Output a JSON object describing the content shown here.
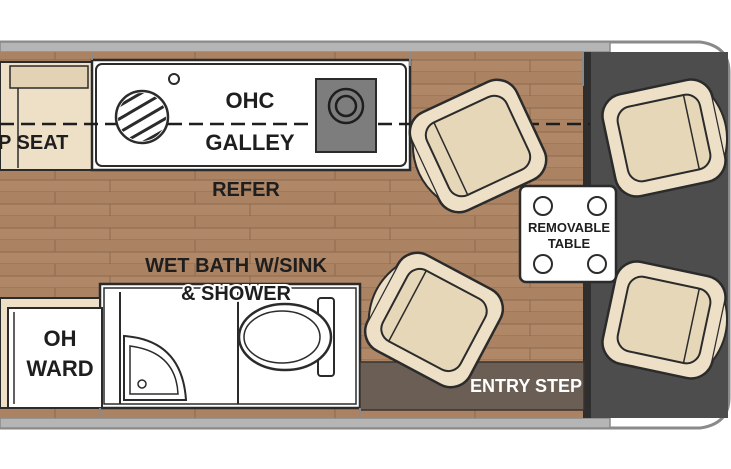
{
  "floorplan": {
    "labels": {
      "seat": "P SEAT",
      "ohc": "OHC",
      "galley": "GALLEY",
      "refer": "REFER",
      "wet_bath_line1": "WET BATH W/SINK",
      "wet_bath_line2": "& SHOWER",
      "oh": "OH",
      "ward": "WARD",
      "removable": "REMOVABLE",
      "table": "TABLE",
      "entry_step": "ENTRY STEP"
    },
    "colors": {
      "wood_floor": "#b08868",
      "cab_floor": "#4d4d4d",
      "seat_fabric": "#ede0c6",
      "outline": "#2b2b2b",
      "wall": "#a9a9a9",
      "entry_step": "#6a5e55"
    }
  }
}
